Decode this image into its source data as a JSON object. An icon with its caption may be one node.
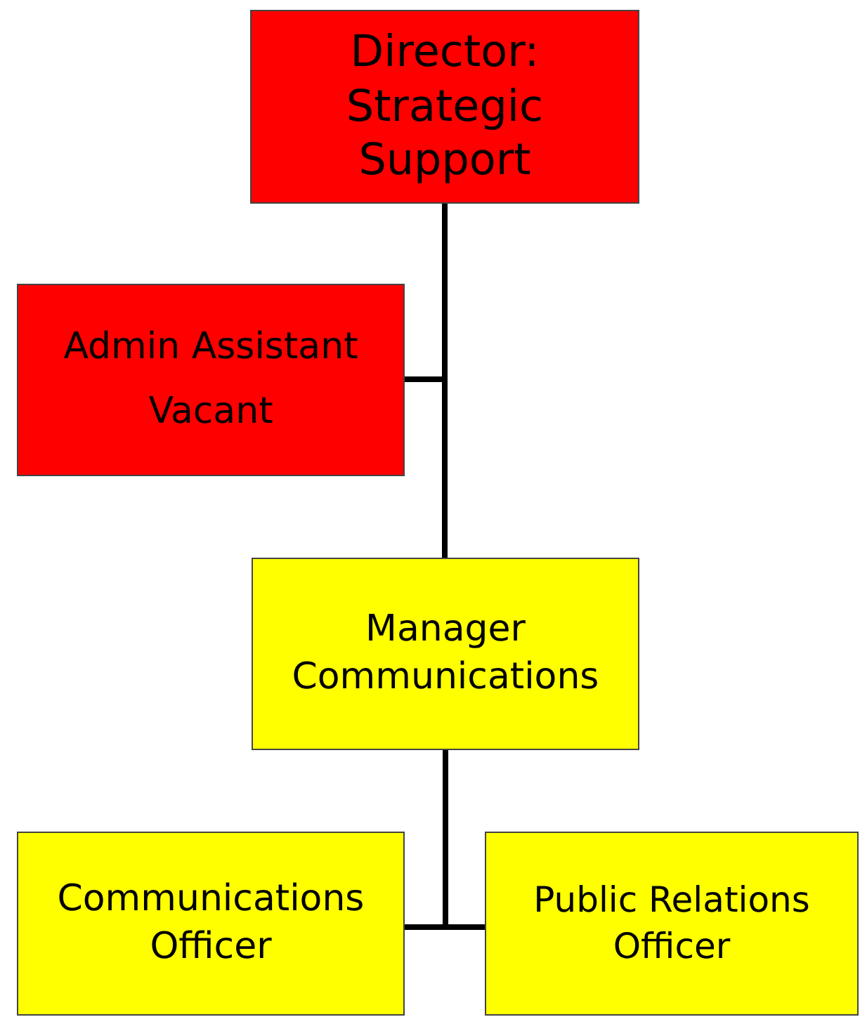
{
  "diagram": {
    "nodes": [
      {
        "text": [
          "Director: Strategic Support"
        ]
      },
      {
        "text": [
          "Admin Assistant",
          "Vacant"
        ]
      },
      {
        "text": [
          "Manager Communications"
        ]
      },
      {
        "text": [
          "Communications Officer"
        ]
      },
      {
        "text": [
          "Public Relations Officer"
        ]
      }
    ],
    "edges": [
      {
        "from": 0,
        "to": 1,
        "arrow": "none"
      },
      {
        "from": 0,
        "to": 2,
        "arrow": "none"
      },
      {
        "from": 2,
        "to": 3,
        "arrow": "none"
      },
      {
        "from": 2,
        "to": 4,
        "arrow": "none"
      }
    ]
  }
}
